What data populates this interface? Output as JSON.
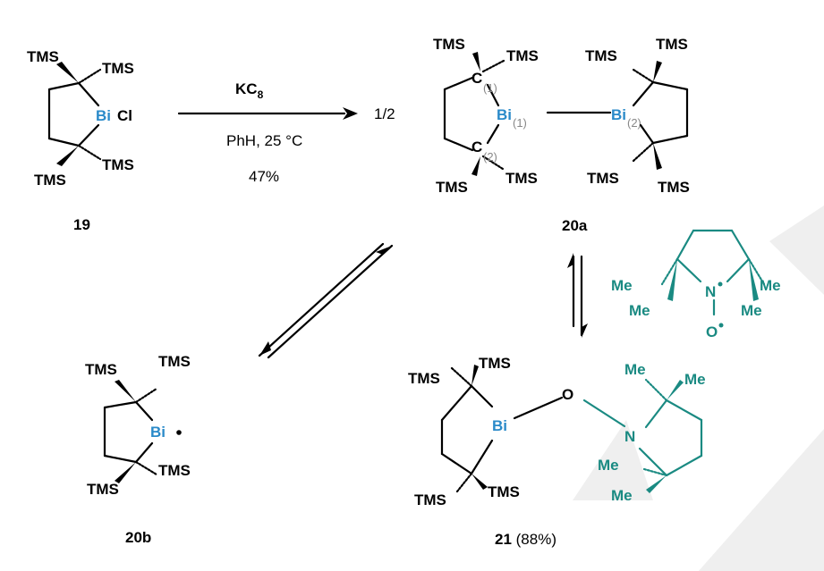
{
  "reagent": {
    "main": "KC",
    "sub": "8"
  },
  "conditions": {
    "solvent": "PhH, 25 °C",
    "yield": "47%"
  },
  "stoich": "1/2",
  "labels": {
    "tms": "TMS",
    "bi": "Bi",
    "cl": "Cl",
    "c": "C",
    "me": "Me",
    "n": "N",
    "o": "O",
    "sub1": "(1)",
    "sub2": "(2)"
  },
  "compounds": {
    "c19": "19",
    "c20a": "20a",
    "c20b": "20b",
    "c21": "21",
    "c21_yield": " (88%)"
  },
  "colors": {
    "bismuth": "#2a8ac9",
    "tempo": "#1a8a82",
    "locant": "#888888"
  }
}
